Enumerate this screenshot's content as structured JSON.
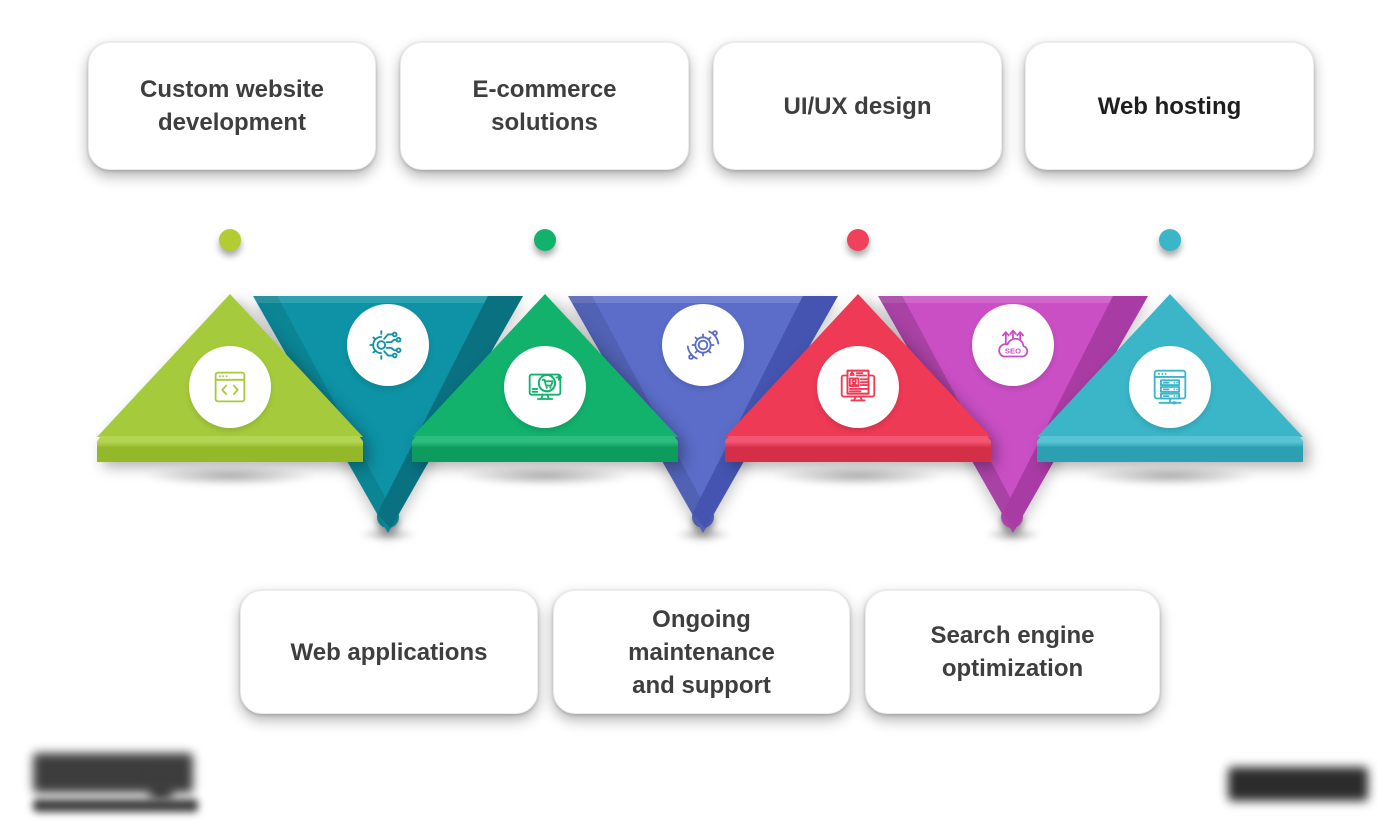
{
  "diagram": {
    "services": [
      {
        "label": "Custom website development",
        "tier": "top",
        "direction": "up",
        "icon": "browser-code-icon",
        "colors": {
          "face": "#a5cb3c",
          "top": "#b4d552",
          "side": "#93b92a",
          "dot": "#b3cc33"
        }
      },
      {
        "label": "Web applications",
        "tier": "bottom",
        "direction": "down",
        "icon": "gear-circuit-icon",
        "colors": {
          "face": "#0d93a5",
          "edge": "#0a7181",
          "dot": "#0d93a5"
        }
      },
      {
        "label": "E-commerce solutions",
        "tier": "top",
        "direction": "up",
        "icon": "ecommerce-monitor-icon",
        "colors": {
          "face": "#12b26d",
          "top": "#2cbd7f",
          "side": "#0e9c5e",
          "dot": "#12b26d"
        }
      },
      {
        "label": "Ongoing maintenance and support",
        "tier": "bottom",
        "direction": "down",
        "icon": "gear-process-icon",
        "colors": {
          "face": "#5b6dc9",
          "edge": "#4454b0",
          "dot": "#5b6dc9"
        }
      },
      {
        "label": "UI/UX design",
        "tier": "top",
        "direction": "up",
        "icon": "web-content-monitor-icon",
        "colors": {
          "face": "#ee3a54",
          "top": "#f25672",
          "side": "#d52f47",
          "dot": "#f0415c"
        }
      },
      {
        "label": "Search engine optimization",
        "tier": "bottom",
        "direction": "down",
        "icon": "seo-cloud-icon",
        "colors": {
          "face": "#ca4fc5",
          "edge": "#a93ba5",
          "dot": "#ca4fc5"
        }
      },
      {
        "label": "Web hosting",
        "tier": "top",
        "direction": "up",
        "icon": "hosting-server-icon",
        "colors": {
          "face": "#3ab6c8",
          "top": "#58c4d3",
          "side": "#2c9fb3",
          "dot": "#3ab6c8"
        }
      }
    ],
    "seo_icon_text": "SEO",
    "branding": {
      "bottom_left_logo": "redacted (blurred logo)",
      "bottom_left_tagline": "redacted (blurred bar)",
      "bottom_right_wordmark": "redacted (blurred text)",
      "ink_color": "#3d3d3d"
    }
  }
}
